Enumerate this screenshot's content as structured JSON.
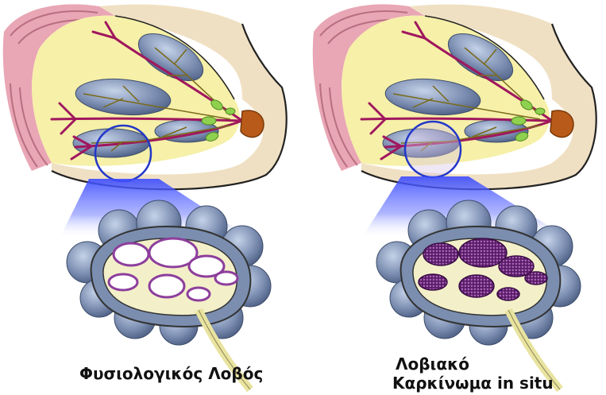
{
  "captions": {
    "normal_lobe": "Φυσιολογικός Λοβός",
    "lcis_line1": "Λοβιακό",
    "lcis_line2": "Καρκίνωμα  in situ"
  },
  "colors": {
    "skin_pink": "#e9a6b5",
    "breast_fill": "#f6f0a8",
    "chest_beige": "#f0e0c3",
    "duct_magenta": "#a0175e",
    "lobule_blue": "#5d7295",
    "nipple_brown": "#b85a19",
    "highlight_circle": "#2337c8",
    "beam_blue": "#3b4bff",
    "normal_lumen": "#ffffff",
    "cancer_cells": "#5a2268"
  },
  "panels": [
    {
      "name": "normal-lobe",
      "lumen": "empty"
    },
    {
      "name": "lobular-carcinoma-in-situ",
      "lumen": "filled"
    }
  ]
}
